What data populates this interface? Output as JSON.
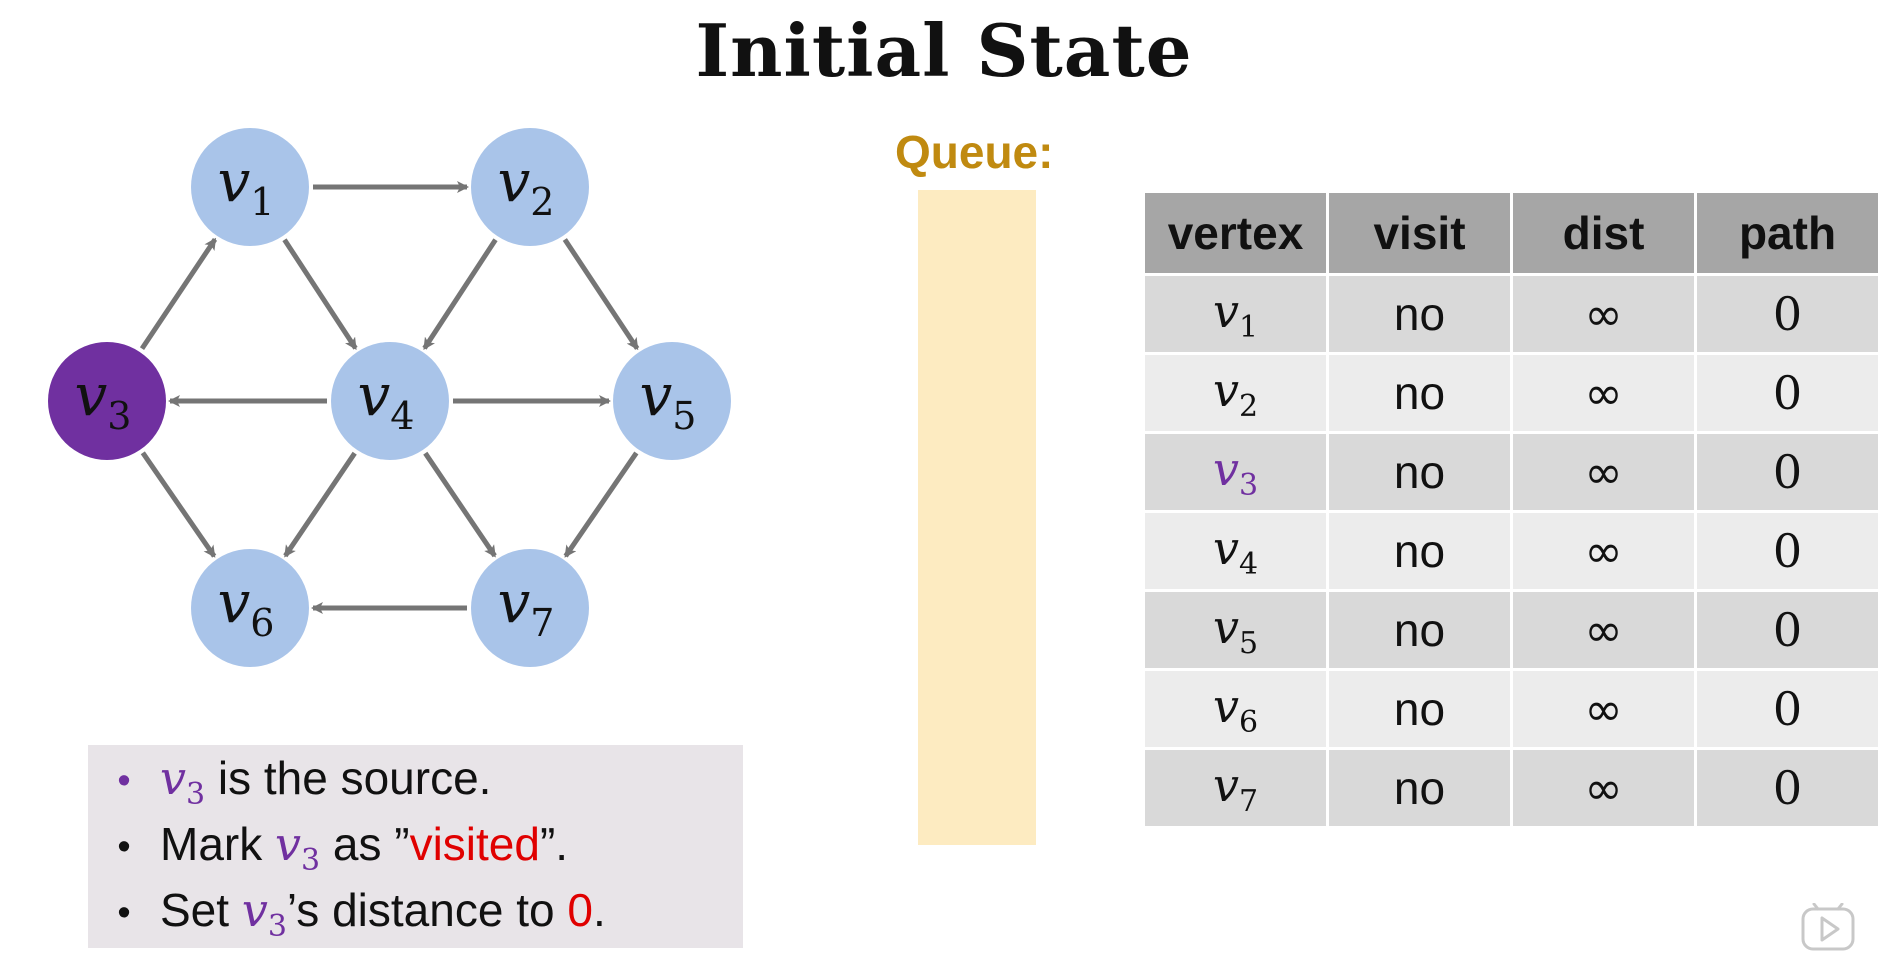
{
  "title": "Initial State",
  "colors": {
    "node_default": "#a9c4e9",
    "node_source": "#7030a0",
    "edge": "#757575",
    "queue_label": "#c08a10",
    "queue_fill": "#fdebc1",
    "table_header": "#a6a6a6",
    "row_odd": "#d9d9d9",
    "row_even": "#ececec",
    "highlight_red": "#e00000",
    "highlight_purple": "#7030a0"
  },
  "graph": {
    "source": "v3",
    "nodes": [
      {
        "id": "v1",
        "letter": "v",
        "sub": "1",
        "source": false
      },
      {
        "id": "v2",
        "letter": "v",
        "sub": "2",
        "source": false
      },
      {
        "id": "v3",
        "letter": "v",
        "sub": "3",
        "source": true
      },
      {
        "id": "v4",
        "letter": "v",
        "sub": "4",
        "source": false
      },
      {
        "id": "v5",
        "letter": "v",
        "sub": "5",
        "source": false
      },
      {
        "id": "v6",
        "letter": "v",
        "sub": "6",
        "source": false
      },
      {
        "id": "v7",
        "letter": "v",
        "sub": "7",
        "source": false
      }
    ],
    "edges": [
      {
        "from": "v1",
        "to": "v2"
      },
      {
        "from": "v1",
        "to": "v4"
      },
      {
        "from": "v2",
        "to": "v4"
      },
      {
        "from": "v2",
        "to": "v5"
      },
      {
        "from": "v3",
        "to": "v1"
      },
      {
        "from": "v3",
        "to": "v6"
      },
      {
        "from": "v4",
        "to": "v3"
      },
      {
        "from": "v4",
        "to": "v5"
      },
      {
        "from": "v4",
        "to": "v6"
      },
      {
        "from": "v4",
        "to": "v7"
      },
      {
        "from": "v5",
        "to": "v7"
      },
      {
        "from": "v7",
        "to": "v6"
      }
    ]
  },
  "queue": {
    "label": "Queue:",
    "items": []
  },
  "table": {
    "headers": {
      "vertex": "vertex",
      "visit": "visit",
      "dist": "dist",
      "path": "path"
    },
    "rows": [
      {
        "letter": "v",
        "sub": "1",
        "visit": "no",
        "dist": "∞",
        "path": "0",
        "highlight": false
      },
      {
        "letter": "v",
        "sub": "2",
        "visit": "no",
        "dist": "∞",
        "path": "0",
        "highlight": false
      },
      {
        "letter": "v",
        "sub": "3",
        "visit": "no",
        "dist": "∞",
        "path": "0",
        "highlight": true
      },
      {
        "letter": "v",
        "sub": "4",
        "visit": "no",
        "dist": "∞",
        "path": "0",
        "highlight": false
      },
      {
        "letter": "v",
        "sub": "5",
        "visit": "no",
        "dist": "∞",
        "path": "0",
        "highlight": false
      },
      {
        "letter": "v",
        "sub": "6",
        "visit": "no",
        "dist": "∞",
        "path": "0",
        "highlight": false
      },
      {
        "letter": "v",
        "sub": "7",
        "visit": "no",
        "dist": "∞",
        "path": "0",
        "highlight": false
      }
    ]
  },
  "notes": {
    "bullet": "•",
    "var_letter": "v",
    "var_sub": "3",
    "line1_rest": " is the source.",
    "line2_pre": "Mark ",
    "line2_mid": " as ”",
    "line2_red": "visited",
    "line2_end": "”.",
    "line3_pre": "Set ",
    "line3_mid": "’s distance to ",
    "line3_red": "0",
    "line3_end": "."
  },
  "icons": {
    "play": "play-icon"
  }
}
